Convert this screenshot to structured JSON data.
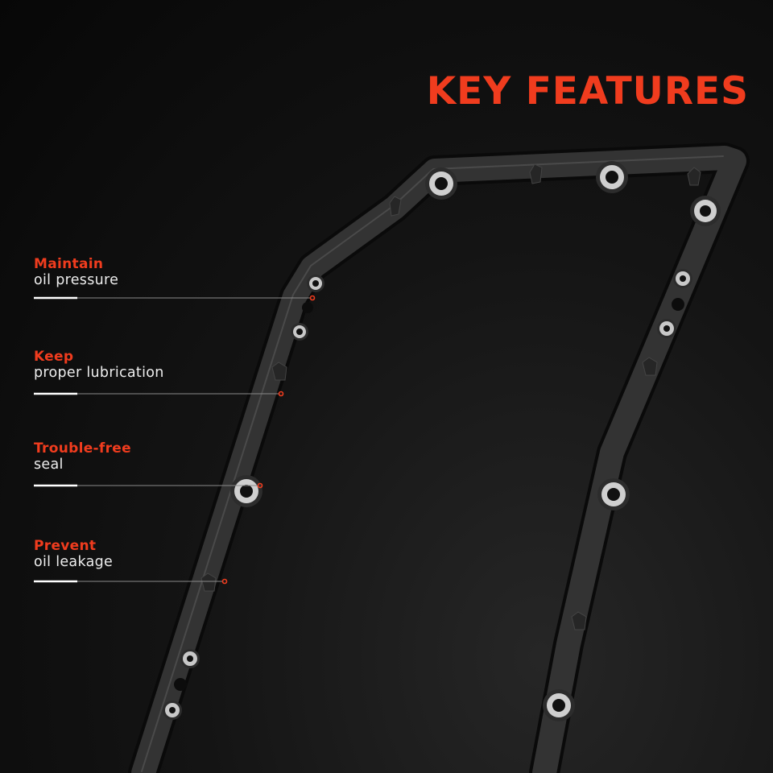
{
  "title": "KEY FEATURES",
  "features": [
    {
      "heading": "Maintain",
      "text": "oil pressure"
    },
    {
      "heading": "Keep",
      "text": "proper lubrication"
    },
    {
      "heading": "Trouble-free",
      "text": "seal"
    },
    {
      "heading": "Prevent",
      "text": "oil leakage"
    }
  ],
  "colors": {
    "accent": "#f03c1e",
    "background": "#0b0b0b",
    "gasket": "#2e2e2e"
  }
}
